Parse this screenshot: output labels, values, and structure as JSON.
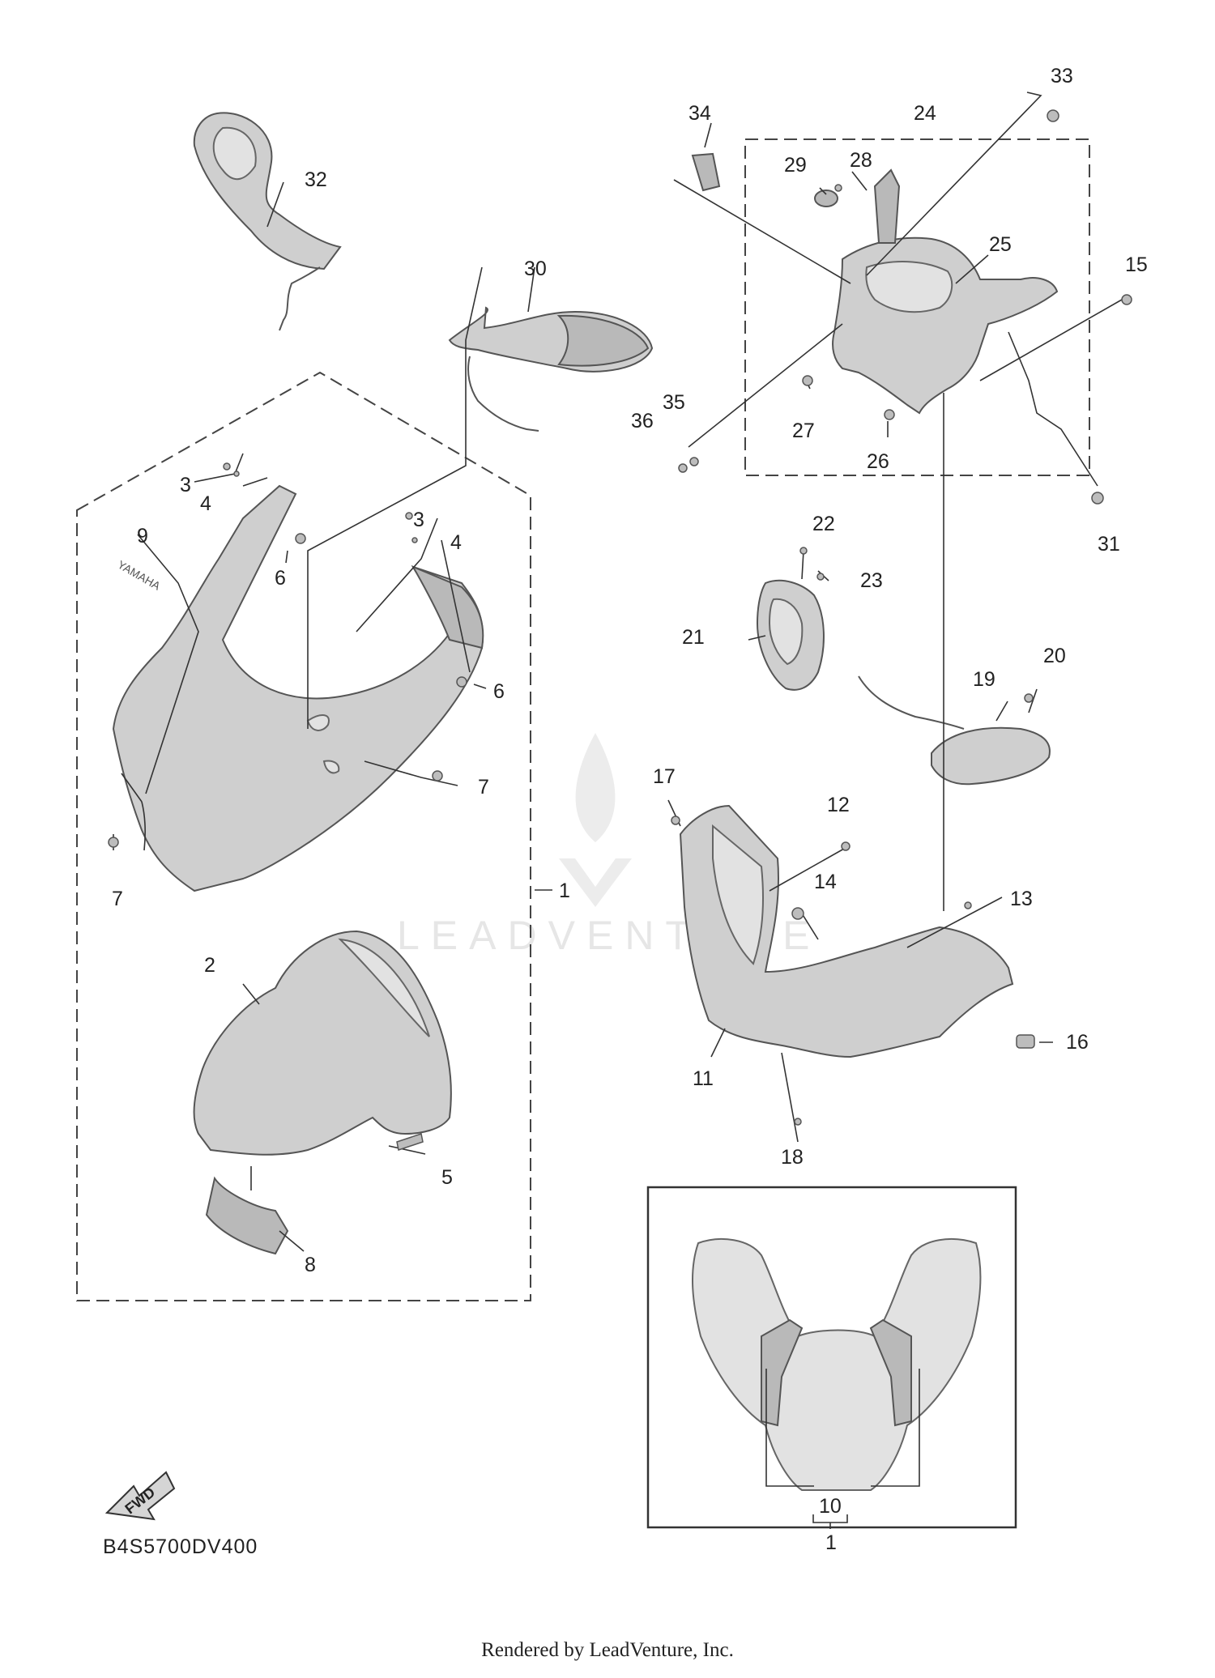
{
  "diagram": {
    "code": "B4S5700DV400",
    "credit": "Rendered by LeadVenture, Inc.",
    "watermark": "LEADVENTURE",
    "fwd_label": "FWD",
    "brand_mark": "YAMAHA"
  },
  "callouts": [
    {
      "id": "c1",
      "text": "1"
    },
    {
      "id": "c2",
      "text": "2"
    },
    {
      "id": "c3a",
      "text": "3"
    },
    {
      "id": "c3b",
      "text": "3"
    },
    {
      "id": "c4a",
      "text": "4"
    },
    {
      "id": "c4b",
      "text": "4"
    },
    {
      "id": "c5",
      "text": "5"
    },
    {
      "id": "c6a",
      "text": "6"
    },
    {
      "id": "c6b",
      "text": "6"
    },
    {
      "id": "c7a",
      "text": "7"
    },
    {
      "id": "c7b",
      "text": "7"
    },
    {
      "id": "c8",
      "text": "8"
    },
    {
      "id": "c9",
      "text": "9"
    },
    {
      "id": "c10",
      "text": "10"
    },
    {
      "id": "c1b",
      "text": "1"
    },
    {
      "id": "c11",
      "text": "11"
    },
    {
      "id": "c12",
      "text": "12"
    },
    {
      "id": "c13",
      "text": "13"
    },
    {
      "id": "c14",
      "text": "14"
    },
    {
      "id": "c15",
      "text": "15"
    },
    {
      "id": "c16",
      "text": "16"
    },
    {
      "id": "c17",
      "text": "17"
    },
    {
      "id": "c18",
      "text": "18"
    },
    {
      "id": "c19",
      "text": "19"
    },
    {
      "id": "c20",
      "text": "20"
    },
    {
      "id": "c21",
      "text": "21"
    },
    {
      "id": "c22",
      "text": "22"
    },
    {
      "id": "c23",
      "text": "23"
    },
    {
      "id": "c24",
      "text": "24"
    },
    {
      "id": "c25",
      "text": "25"
    },
    {
      "id": "c26",
      "text": "26"
    },
    {
      "id": "c27",
      "text": "27"
    },
    {
      "id": "c28",
      "text": "28"
    },
    {
      "id": "c29",
      "text": "29"
    },
    {
      "id": "c30",
      "text": "30"
    },
    {
      "id": "c31",
      "text": "31"
    },
    {
      "id": "c32",
      "text": "32"
    },
    {
      "id": "c33",
      "text": "33"
    },
    {
      "id": "c34",
      "text": "34"
    },
    {
      "id": "c35",
      "text": "35"
    },
    {
      "id": "c36",
      "text": "36"
    }
  ]
}
